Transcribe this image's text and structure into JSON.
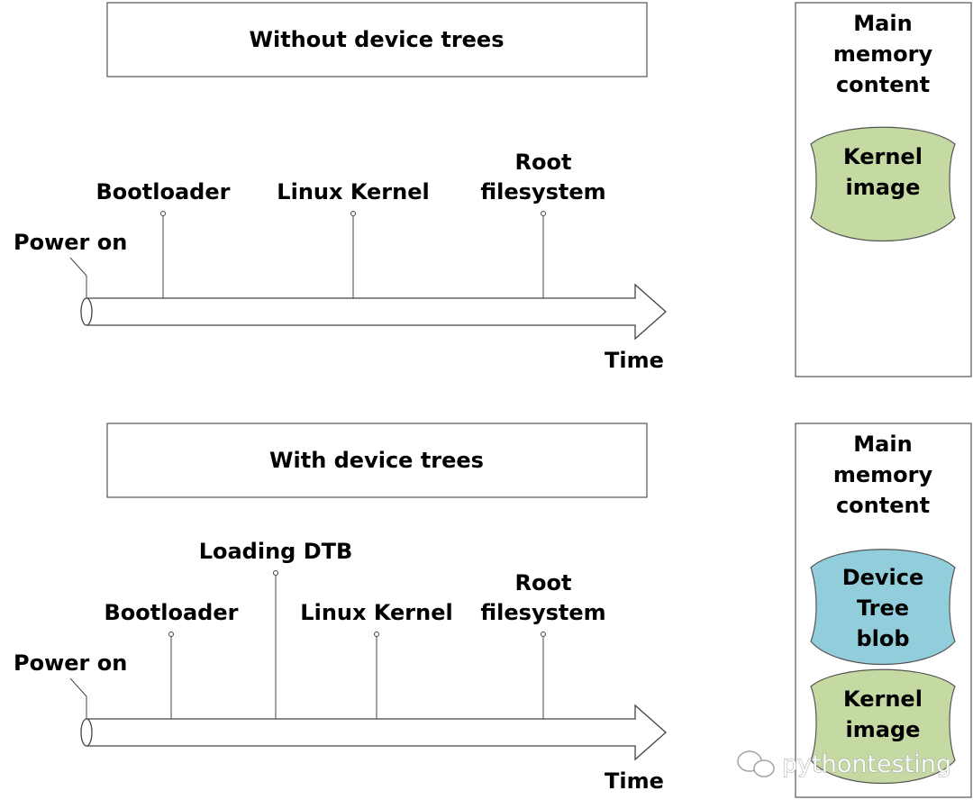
{
  "top": {
    "title": "Without device trees",
    "power_on": "Power on",
    "milestones": [
      "Bootloader",
      "Linux Kernel",
      "Root",
      "filesystem"
    ],
    "time_label": "Time",
    "memory": {
      "heading": [
        "Main",
        "memory",
        "content"
      ],
      "blocks": [
        {
          "lines": [
            "Kernel",
            "image"
          ],
          "color": "#c5d9a3"
        }
      ]
    }
  },
  "bottom": {
    "title": "With device trees",
    "power_on": "Power on",
    "milestones": [
      "Bootloader",
      "Loading DTB",
      "Linux Kernel",
      "Root",
      "filesystem"
    ],
    "time_label": "Time",
    "memory": {
      "heading": [
        "Main",
        "memory",
        "content"
      ],
      "blocks": [
        {
          "lines": [
            "Device",
            "Tree",
            "blob"
          ],
          "color": "#92cddc"
        },
        {
          "lines": [
            "Kernel",
            "image"
          ],
          "color": "#c5d9a3"
        }
      ]
    }
  },
  "watermark": "pythontesting"
}
